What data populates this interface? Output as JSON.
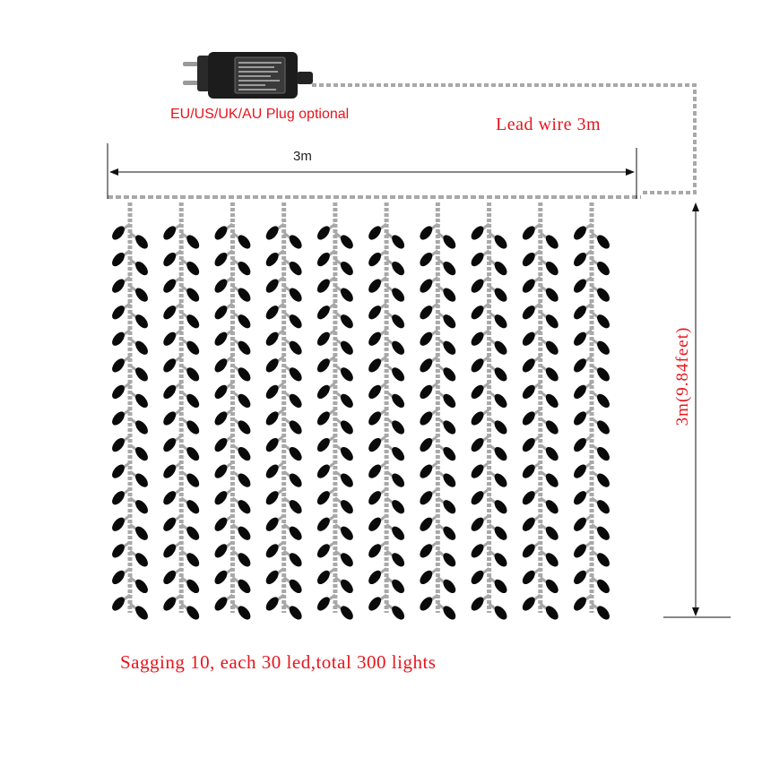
{
  "labels": {
    "plug": "EU/US/UK/AU Plug optional",
    "lead_wire": "Lead wire 3m",
    "width": "3m",
    "height": "3m(9.84feet)",
    "caption": "Sagging 10, each 30 led,total 300 lights"
  },
  "colors": {
    "annotation_red": "#e8141c",
    "wire": "#a8a8a8",
    "bulb": "#0a0a0a",
    "dimension_line": "#111111",
    "adapter_body": "#1c1c1c"
  },
  "curtain": {
    "strands": 10,
    "leds_per_strand": 30,
    "total_lights": 300
  },
  "icons": {
    "adapter": "power-adapter-plug-icon"
  }
}
